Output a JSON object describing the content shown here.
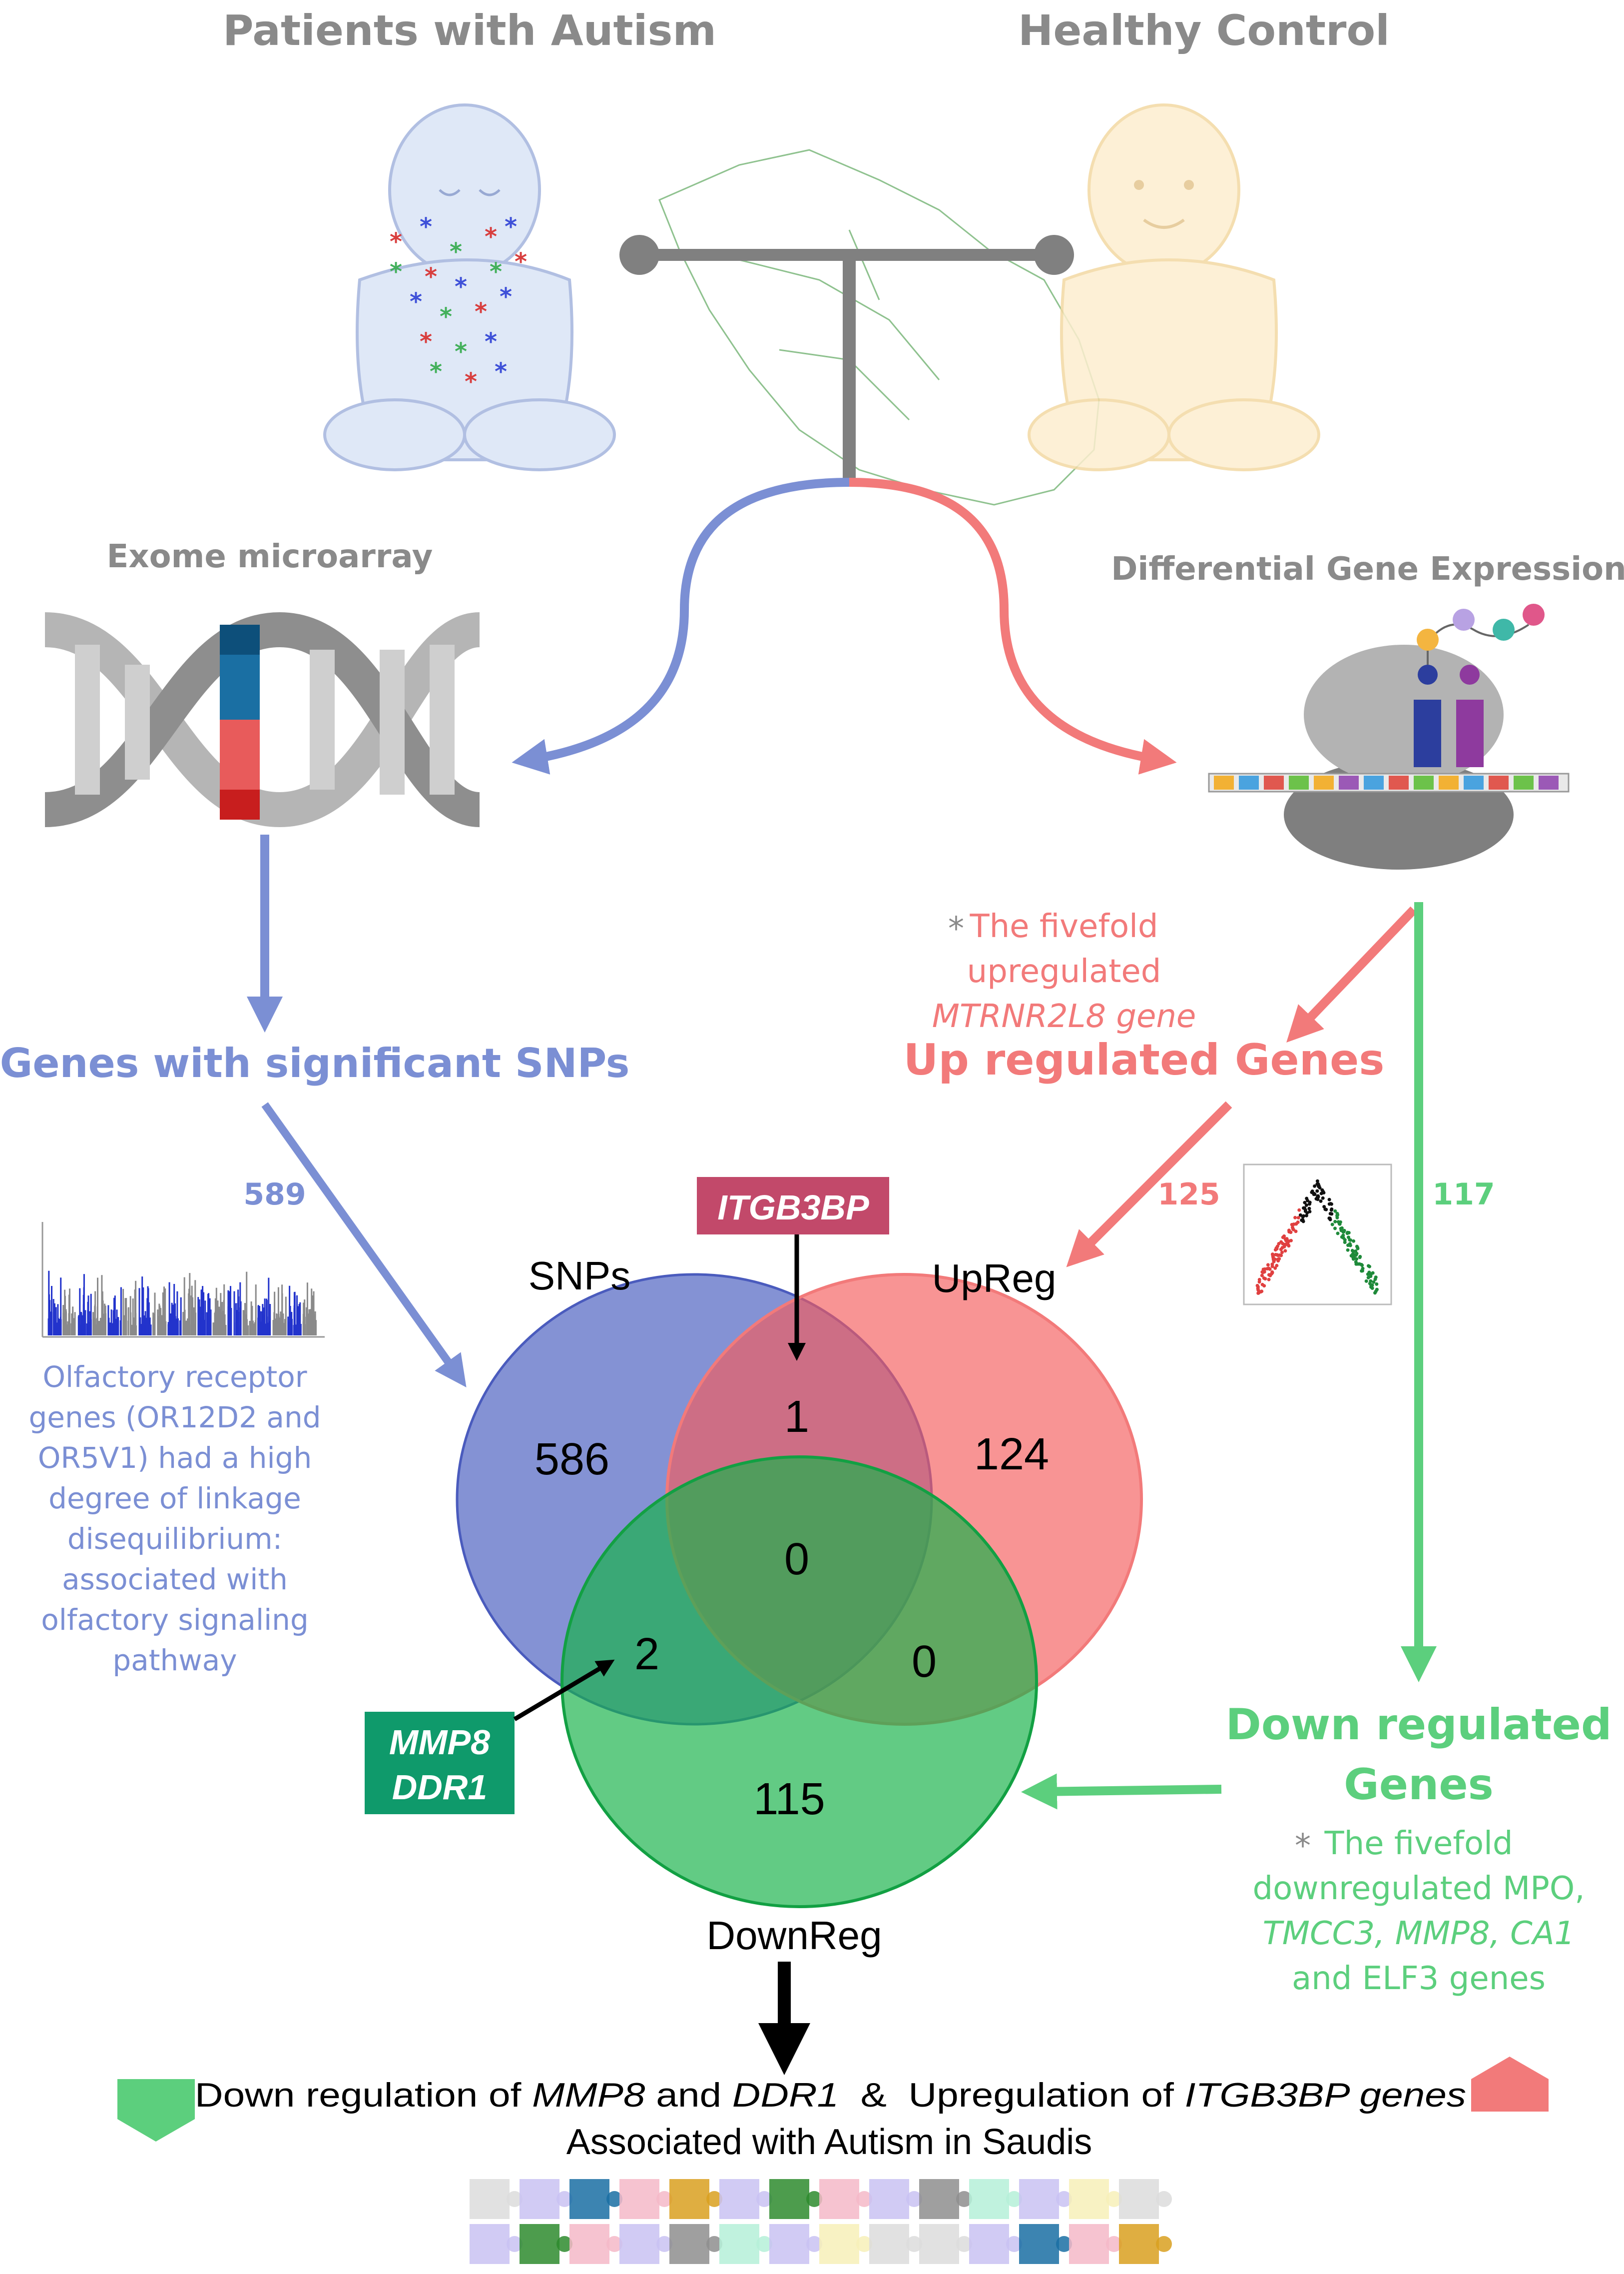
{
  "titles": {
    "patients": "Patients with Autism",
    "control": "Healthy Control",
    "exome": "Exome microarray",
    "dge": "Differential Gene Expression"
  },
  "snp_genes": {
    "title": "Genes with significant SNPs",
    "count": "589",
    "note": [
      "Olfactory receptor",
      "genes (OR12D2 and",
      "OR5V1) had a high",
      "degree of linkage",
      "disequilibrium:",
      "associated with",
      "olfactory signaling",
      "pathway"
    ]
  },
  "up_genes": {
    "star": "*",
    "note_lines": [
      "The fivefold",
      "upregulated",
      "MTRNR2L8 gene"
    ],
    "title": "Up regulated Genes",
    "count": "125"
  },
  "down_genes": {
    "count": "117",
    "title_lines": [
      "Down regulated",
      "Genes"
    ],
    "star": "*",
    "note_lines": [
      "The fivefold",
      "downregulated MPO,",
      "TMCC3, MMP8, CA1",
      "and ELF3 genes"
    ]
  },
  "venn": {
    "labels": {
      "snps": "SNPs",
      "upreg": "UpReg",
      "downreg": "DownReg"
    },
    "regions": {
      "snps_only": "586",
      "up_only": "124",
      "down_only": "115",
      "snps_up": "1",
      "snps_down": "2",
      "up_down": "0",
      "all": "0"
    },
    "callout_up": "ITGB3BP",
    "callout_down": [
      "MMP8",
      "DDR1"
    ]
  },
  "conclusion": {
    "line1": {
      "a": "Down regulation of ",
      "b": "MMP8",
      "c": " and ",
      "d": "DDR1",
      "e": "  &  Upregulation of ",
      "f": "ITGB3BP genes"
    },
    "line2": "Associated with Autism in Saudis"
  },
  "colors": {
    "blue": "#7b8fd4",
    "red": "#f27a7a",
    "green": "#5ccf7d",
    "dark_green": "#0f9a6b",
    "maroon": "#c2496a",
    "grey_text": "#8a8a8a"
  },
  "icons": [
    "baby-patient-icon",
    "baby-control-icon",
    "dna-helix-icon",
    "ribosome-icon",
    "manhattan-plot-icon",
    "volcano-plot-icon",
    "puzzle-strip-icon",
    "saudi-map-icon"
  ]
}
